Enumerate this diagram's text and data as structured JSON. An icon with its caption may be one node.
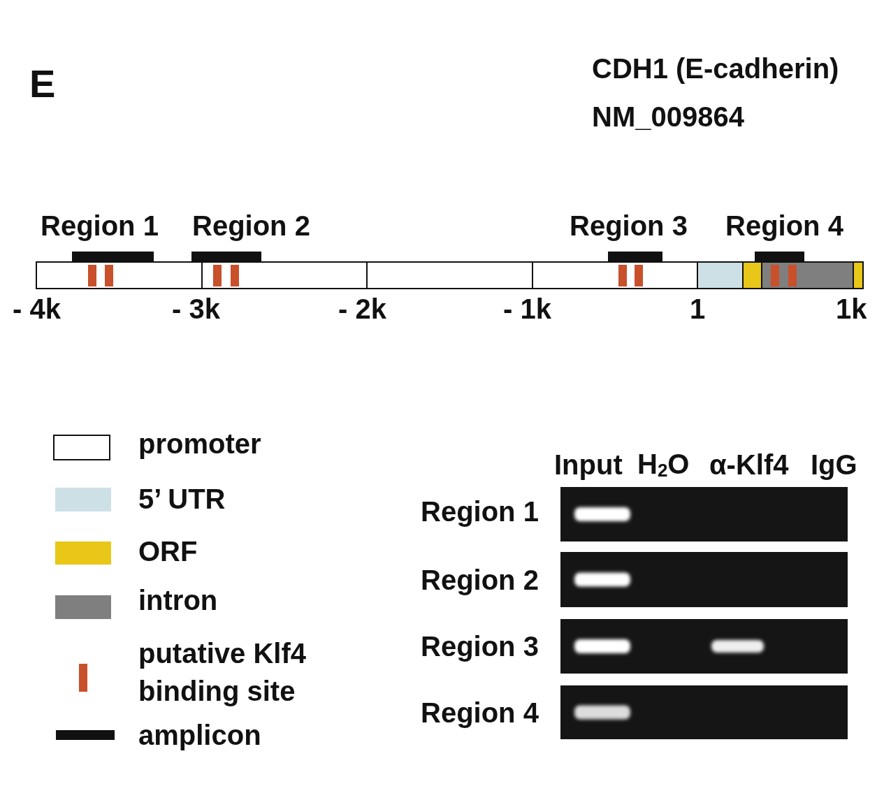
{
  "diagram": {
    "labels": [
      "E",
      "CDH1 (E-cadherin)",
      "NM_009864",
      "Region 1",
      "Region 2",
      "Region 3",
      "Region 4",
      "- 4k",
      "- 3k",
      "- 2k",
      "- 1k",
      "1",
      "1k",
      "Input",
      "H$_{2}$O",
      "α-Klf4",
      "IgG",
      "Region 1",
      "Region 2",
      "Region 3",
      "Region 4"
    ],
    "legend": [
      {
        "text": "promoter"
      },
      {
        "text": "5’ UTR",
        "color": "#cde0e6"
      },
      {
        "text": "ORF",
        "color": "#e8c718"
      },
      {
        "text": "intron",
        "color": "#7f7f7f"
      },
      {
        "text": "putative Klf4 binding site",
        "color": "#c8502a"
      },
      {
        "text": "amplicon",
        "color": "#111111"
      }
    ]
  }
}
